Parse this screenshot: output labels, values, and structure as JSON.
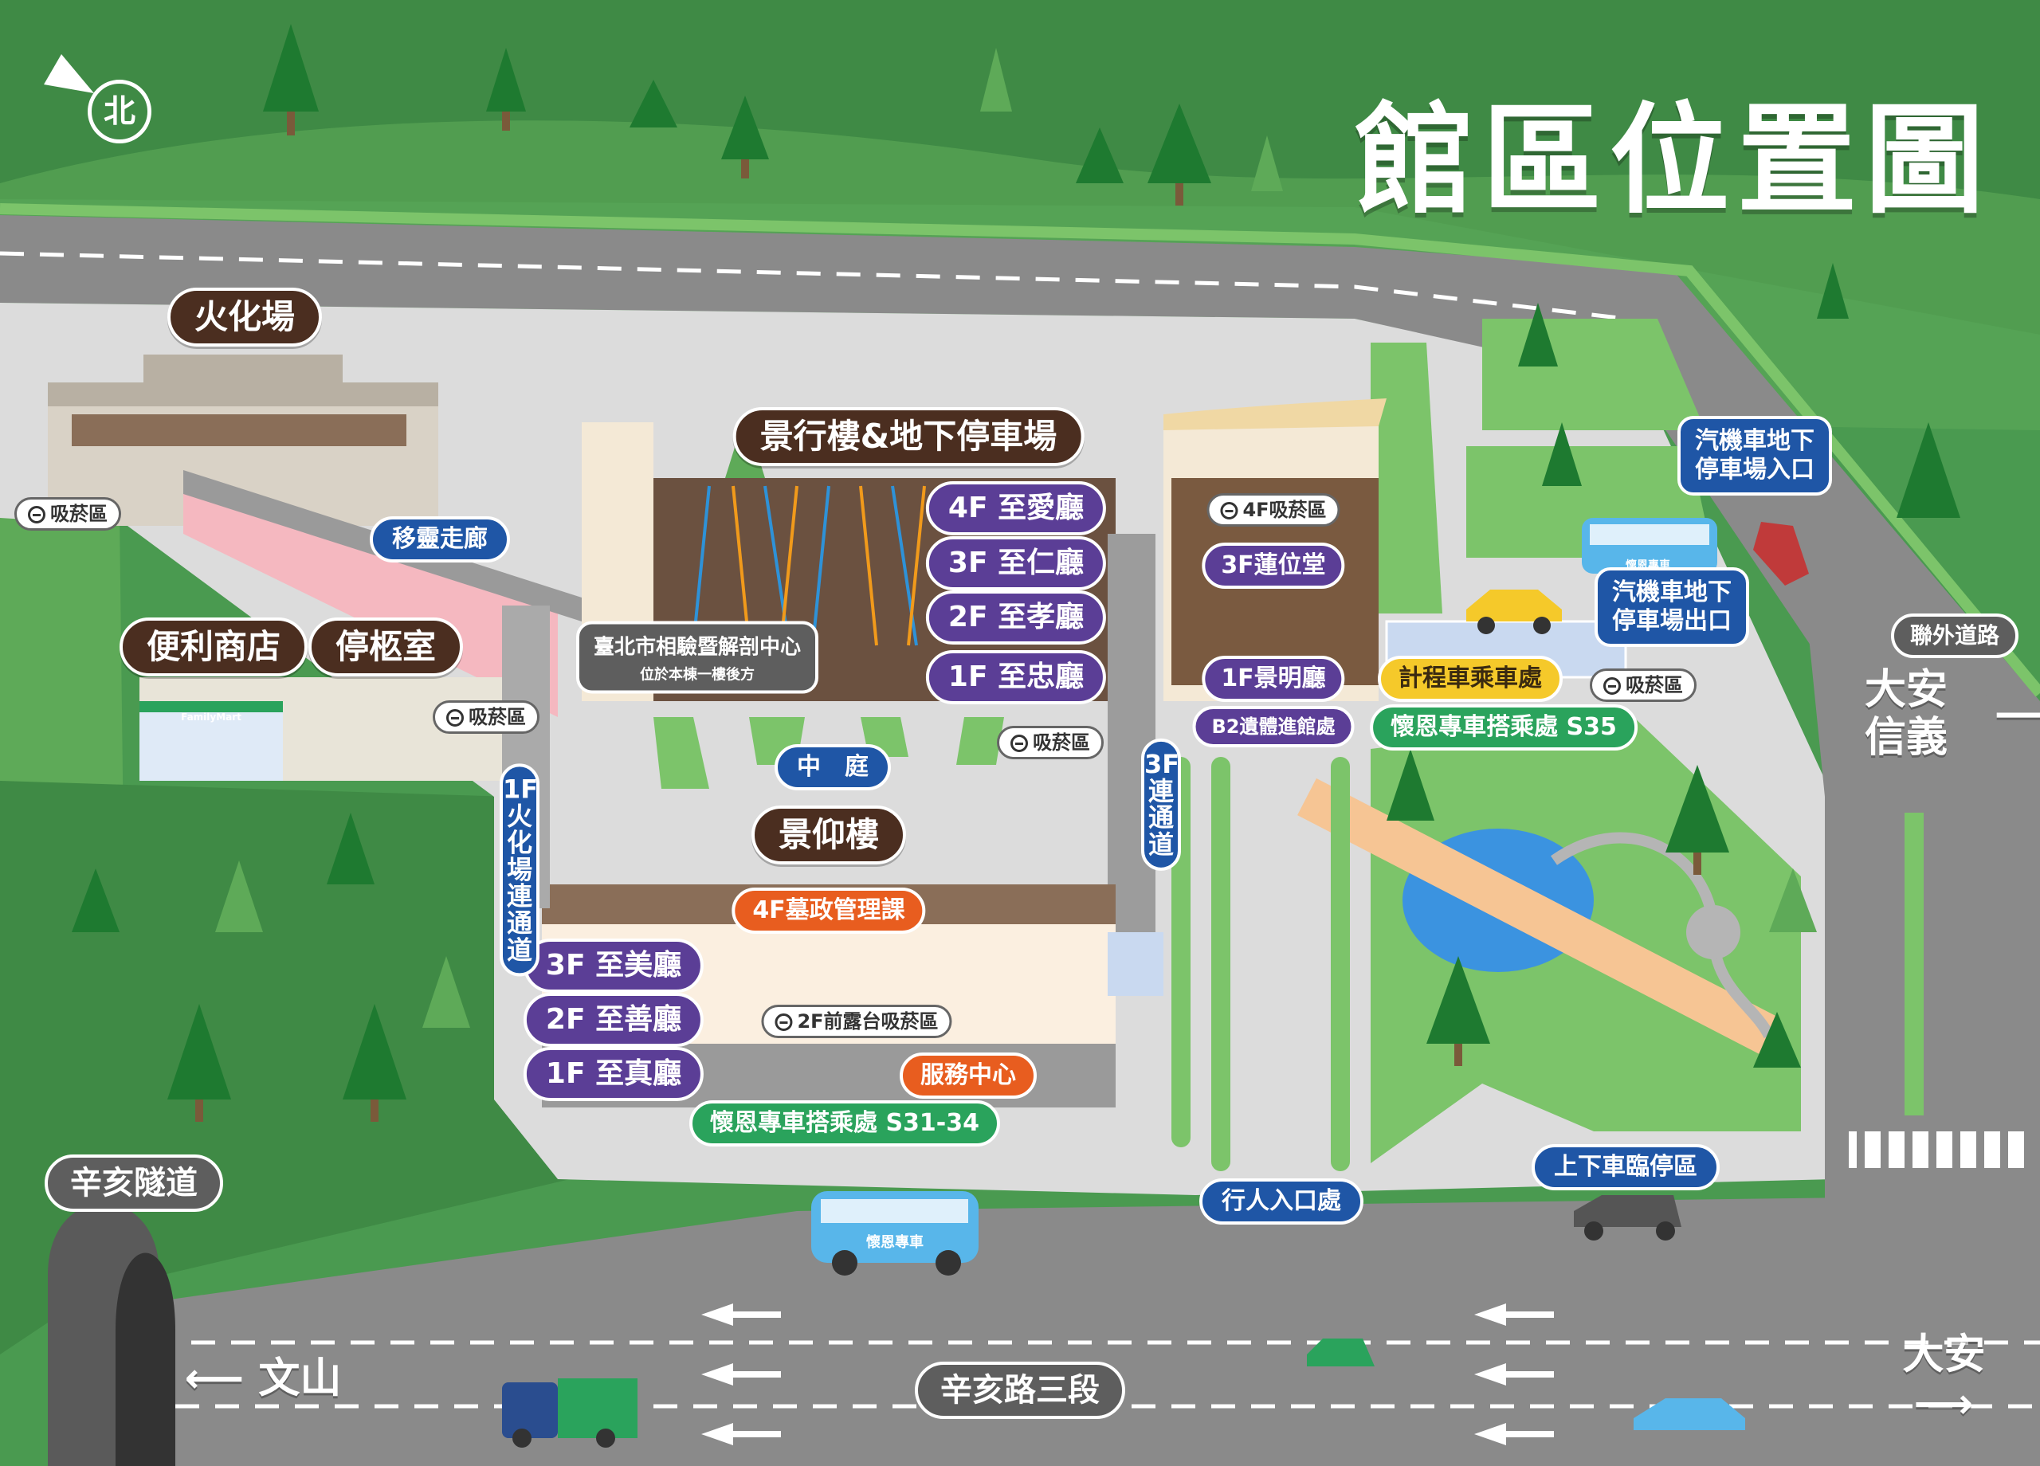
{
  "title": "館區位置圖",
  "compass": "北",
  "buildings": {
    "crematorium": "火化場",
    "jingxing": "景行樓&地下停車場",
    "jingyang": "景仰樓",
    "convenience_store": "便利商店",
    "coffin_room": "停柩室",
    "courtyard": "中　庭"
  },
  "corridor": "移靈走廊",
  "jingxing_floors": [
    "4F 至愛廳",
    "3F 至仁廳",
    "2F 至孝廳",
    "1F 至忠廳"
  ],
  "jingyang_floors": [
    "3F 至美廳",
    "2F 至善廳",
    "1F 至真廳"
  ],
  "east_building": {
    "smoke_4f": "4F吸菸區",
    "floor_3f": "3F蓮位堂",
    "floor_1f": "1F景明廳",
    "b2": "B2遺體進館處"
  },
  "autopsy_center": {
    "line1": "臺北市相驗暨解剖中心",
    "line2": "位於本棟一樓後方"
  },
  "smoking_areas": [
    "吸菸區",
    "吸菸區",
    "吸菸區",
    "吸菸區"
  ],
  "terrace_smoke": "2F前露台吸菸區",
  "management": "4F墓政管理課",
  "service_center": "服務中心",
  "shuttle_s31": "懷恩專車搭乘處 S31-34",
  "shuttle_s35": "懷恩專車搭乘處 S35",
  "taxi": "計程車乘車處",
  "passage_1f": [
    "1F",
    "火",
    "化",
    "場",
    "連",
    "通",
    "道"
  ],
  "passage_3f": [
    "3F",
    "連",
    "通",
    "道"
  ],
  "parking_entrance": [
    "汽機車地下",
    "停車場入口"
  ],
  "parking_exit": [
    "汽機車地下",
    "停車場出口"
  ],
  "connecting_road": "聯外道路",
  "pedestrian_entrance": "行人入口處",
  "temp_stop": "上下車臨停區",
  "tunnel": "辛亥隧道",
  "road": "辛亥路三段",
  "directions": {
    "west": "文山",
    "east": "大安",
    "northeast": [
      "大安",
      "信義"
    ]
  },
  "bus_text": "懷恩專車",
  "store_sign": "FamilyMart",
  "colors": {
    "forest": "#4a9a50",
    "grass": "#7cc46a",
    "road": "#8a8a8a",
    "plaza": "#dcdcdc",
    "label_dark": "#4b2e20",
    "label_purple": "#5b3e96",
    "label_blue": "#1f56a6",
    "label_green": "#2aa35c",
    "label_orange": "#e85d1f",
    "label_yellow": "#f5c92a"
  }
}
